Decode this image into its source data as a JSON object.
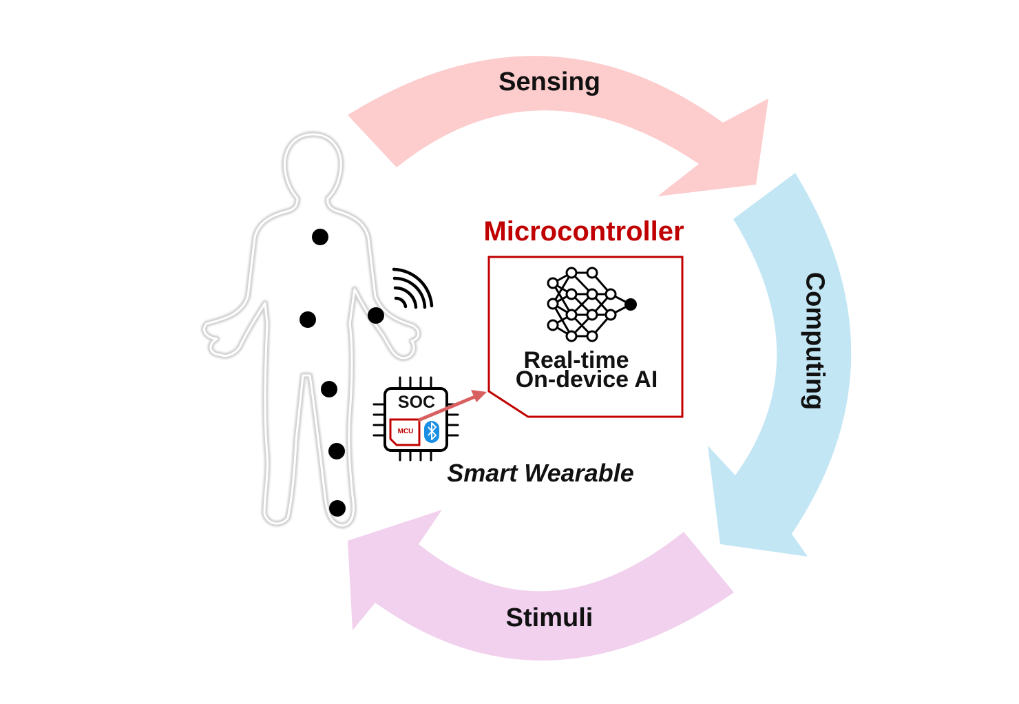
{
  "cycle": {
    "sensing_label": "Sensing",
    "computing_label": "Computing",
    "stimuli_label": "Stimuli",
    "colors": {
      "sensing": "#fdcccc",
      "computing": "#c3e6f4",
      "stimuli": "#f1d1ee"
    }
  },
  "microcontroller": {
    "title": "Microcontroller",
    "ai_line1": "Real-time",
    "ai_line2": "On-device AI",
    "accent_color": "#c00000",
    "icon": "neural-network-icon"
  },
  "wearable": {
    "label": "Smart Wearable",
    "chip_label": "SOC",
    "mcu_label": "MCU",
    "bluetooth_icon": "bluetooth-icon",
    "wireless_icon": "wifi-signal-icon"
  },
  "body": {
    "icon": "human-body-outline-icon",
    "sensor_count": 6
  }
}
